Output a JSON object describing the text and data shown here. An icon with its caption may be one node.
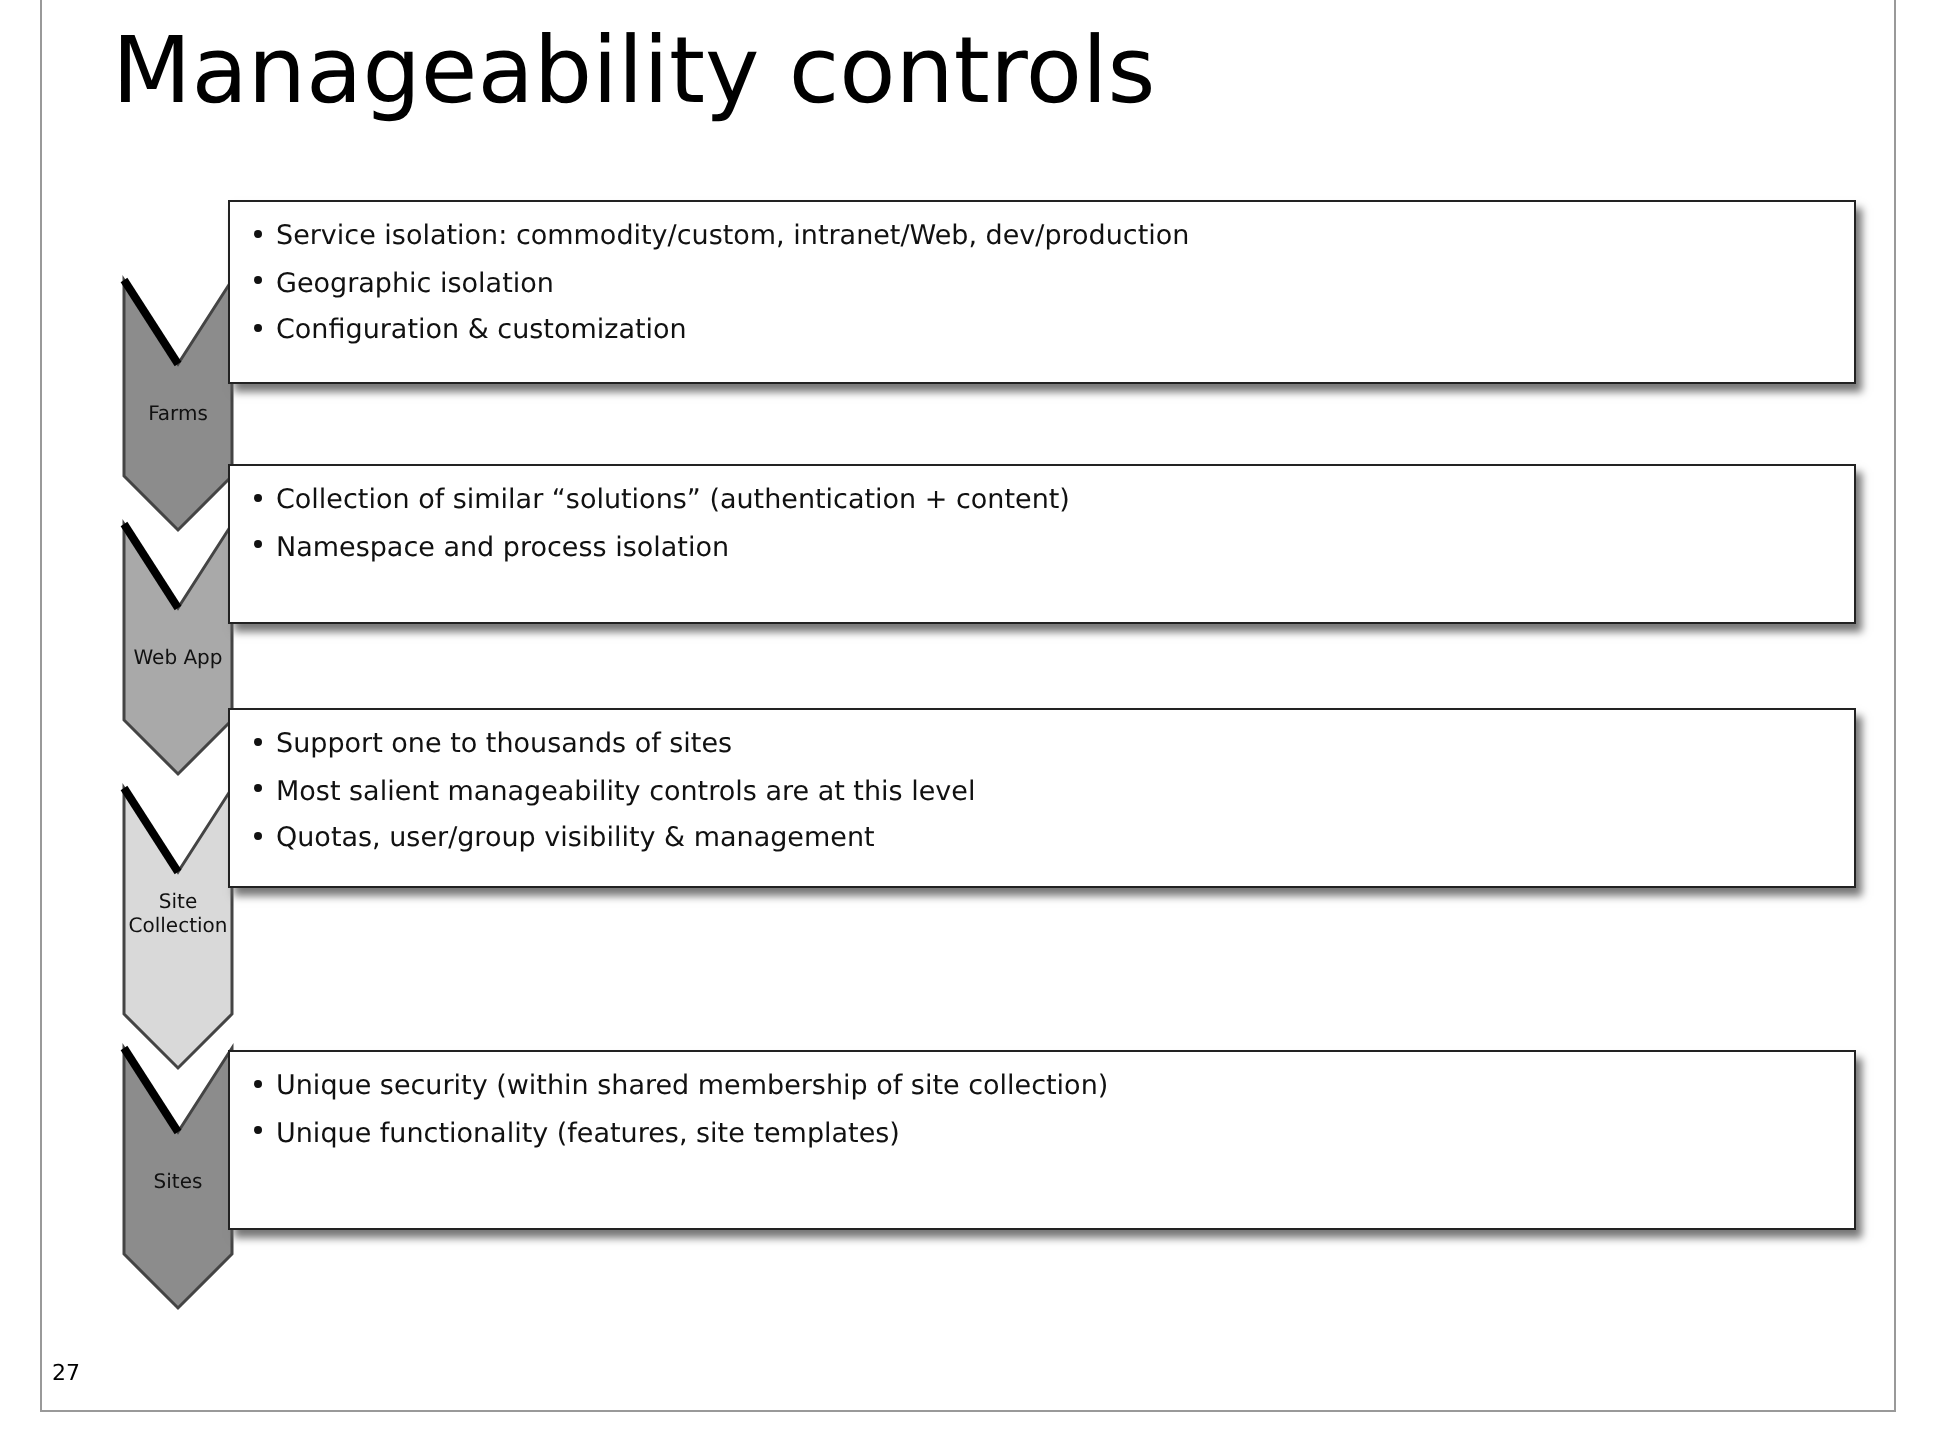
{
  "diagram": {
    "title": "Manageability controls",
    "nodes": [
      {
        "text": [
          "Farms"
        ]
      },
      {
        "text": [
          "Service isolation: commodity/custom, intranet/Web, dev/production",
          "Geographic isolation",
          "Configuration & customization"
        ]
      },
      {
        "text": [
          "Web App"
        ]
      },
      {
        "text": [
          "Collection of similar “solutions” (authentication + content)",
          "Namespace and process isolation"
        ]
      },
      {
        "text": [
          "Site Collection"
        ]
      },
      {
        "text": [
          "Support one to thousands of sites",
          "Most salient manageability controls are at this level",
          "Quotas, user/group visibility & management"
        ]
      },
      {
        "text": [
          "Sites"
        ]
      },
      {
        "text": [
          "Unique security (within shared membership of site collection)",
          "Unique functionality (features, site templates)"
        ]
      }
    ],
    "edges": [],
    "labels": [
      "27"
    ]
  }
}
